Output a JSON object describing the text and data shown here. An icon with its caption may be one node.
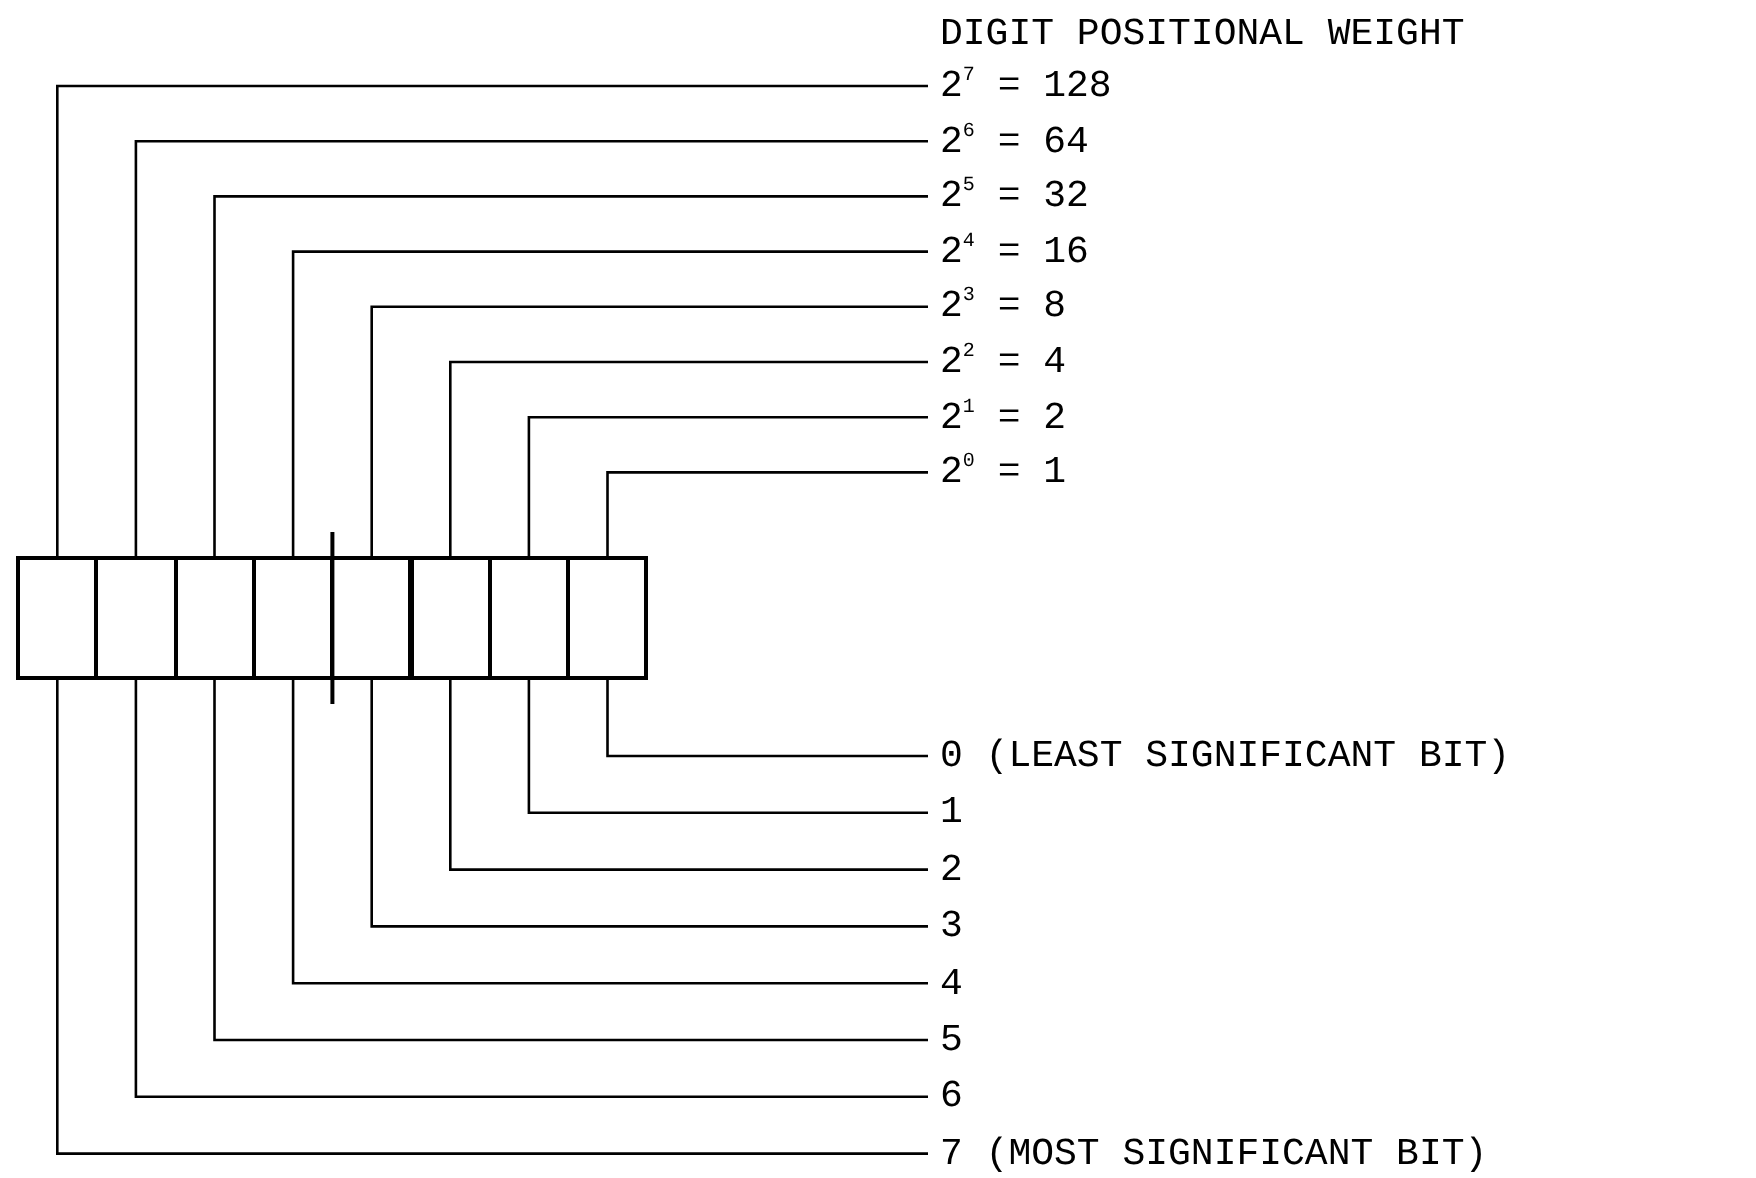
{
  "diagram": {
    "nodes": [
      {
        "text": [],
        "shape": "box"
      },
      {
        "text": [],
        "shape": "box"
      },
      {
        "text": [],
        "shape": "box"
      },
      {
        "text": [],
        "shape": "box"
      },
      {
        "text": [],
        "shape": "box"
      },
      {
        "text": [],
        "shape": "box"
      },
      {
        "text": [],
        "shape": "box"
      },
      {
        "text": [],
        "shape": "box"
      },
      {
        "text": [
          "2$^{7}$ = 128"
        ]
      },
      {
        "text": [
          "2$^{6}$ = 64"
        ]
      },
      {
        "text": [
          "2$^{5}$ = 32"
        ]
      },
      {
        "text": [
          "2$^{4}$ = 16"
        ]
      },
      {
        "text": [
          "2$^{3}$ = 8"
        ]
      },
      {
        "text": [
          "2$^{2}$ = 4"
        ]
      },
      {
        "text": [
          "2$^{1}$ = 2"
        ]
      },
      {
        "text": [
          "2$^{0}$ = 1"
        ]
      },
      {
        "text": [
          "0 (LEAST SIGNIFICANT BIT)"
        ]
      },
      {
        "text": [
          "1"
        ]
      },
      {
        "text": [
          "2"
        ]
      },
      {
        "text": [
          "3"
        ]
      },
      {
        "text": [
          "4"
        ]
      },
      {
        "text": [
          "5"
        ]
      },
      {
        "text": [
          "6"
        ]
      },
      {
        "text": [
          "7 (MOST SIGNIFICANT BIT)"
        ]
      }
    ],
    "edges": [
      {
        "from": 8,
        "to": 0,
        "arrow": "none"
      },
      {
        "from": 9,
        "to": 1,
        "arrow": "none"
      },
      {
        "from": 10,
        "to": 2,
        "arrow": "none"
      },
      {
        "from": 11,
        "to": 3,
        "arrow": "none"
      },
      {
        "from": 12,
        "to": 4,
        "arrow": "none"
      },
      {
        "from": 13,
        "to": 5,
        "arrow": "none"
      },
      {
        "from": 14,
        "to": 6,
        "arrow": "none"
      },
      {
        "from": 15,
        "to": 7,
        "arrow": "none"
      },
      {
        "from": 16,
        "to": 7,
        "arrow": "none"
      },
      {
        "from": 17,
        "to": 6,
        "arrow": "none"
      },
      {
        "from": 18,
        "to": 5,
        "arrow": "none"
      },
      {
        "from": 19,
        "to": 4,
        "arrow": "none"
      },
      {
        "from": 20,
        "to": 3,
        "arrow": "none"
      },
      {
        "from": 21,
        "to": 2,
        "arrow": "none"
      },
      {
        "from": 22,
        "to": 1,
        "arrow": "none"
      },
      {
        "from": 23,
        "to": 0,
        "arrow": "none"
      }
    ],
    "labels": [
      "DIGIT POSITIONAL WEIGHT"
    ]
  }
}
